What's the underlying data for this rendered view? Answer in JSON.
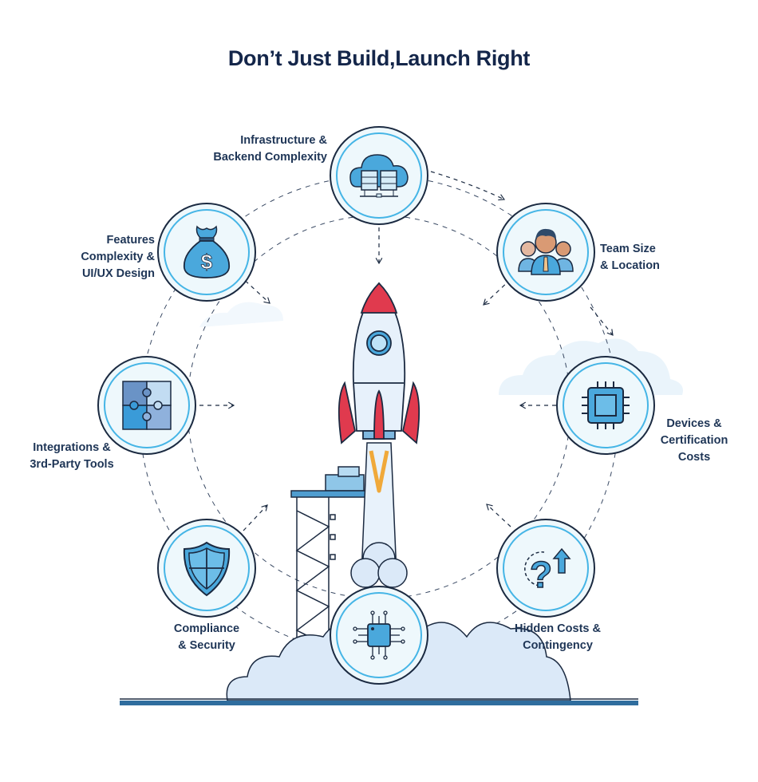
{
  "title": "Don’t Just Build,Launch Right",
  "colors": {
    "title": "#14264a",
    "label": "#1e3556",
    "ring": "#45b5e6",
    "node_fill": "#eef8fc",
    "icon_blue": "#4aa8dc",
    "rocket_red": "#e03a4e",
    "flame": "#f0a93a"
  },
  "center": {
    "icon": "rocket-icon",
    "caption": ""
  },
  "nodes": [
    {
      "id": "infrastructure",
      "icon": "cloud-server-icon",
      "lines": [
        "Infrastructure &",
        "Backend Complexity"
      ]
    },
    {
      "id": "team",
      "icon": "team-icon",
      "lines": [
        "Team Size",
        "& Location"
      ]
    },
    {
      "id": "devices",
      "icon": "chip-icon",
      "lines": [
        "Devices &",
        "Certification",
        "Costs"
      ]
    },
    {
      "id": "hidden",
      "icon": "question-up-icon",
      "lines": [
        "Hidden Costs &",
        "Contingency"
      ]
    },
    {
      "id": "bottom",
      "icon": "circuit-chip-icon",
      "lines": []
    },
    {
      "id": "compliance",
      "icon": "shield-icon",
      "lines": [
        "Compliance",
        "& Security"
      ]
    },
    {
      "id": "integrations",
      "icon": "puzzle-icon",
      "lines": [
        "Integrations &",
        "3rd-Party Tools"
      ]
    },
    {
      "id": "features",
      "icon": "money-bag-icon",
      "lines": [
        "Features",
        "Complexity &",
        "UI/UX Design"
      ]
    }
  ]
}
